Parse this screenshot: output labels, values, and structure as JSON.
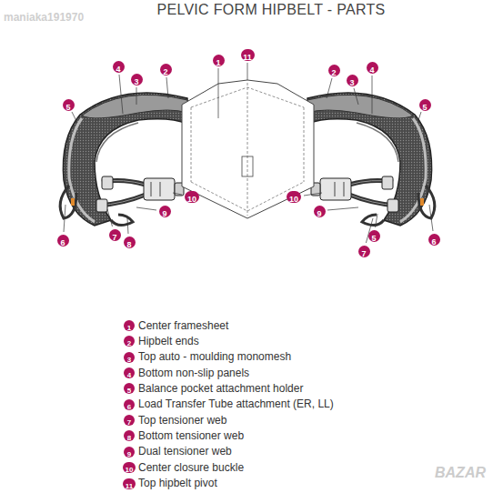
{
  "diagram": {
    "title": "PELVIC FORM HIPBELT - PARTS",
    "nodes": [
      {
        "text": [
          "11"
        ]
      },
      {
        "text": [
          "1"
        ]
      },
      {
        "text": [
          "4"
        ]
      },
      {
        "text": [
          "2"
        ]
      },
      {
        "text": [
          "3"
        ]
      },
      {
        "text": [
          "5"
        ]
      },
      {
        "text": [
          "2"
        ]
      },
      {
        "text": [
          "3"
        ]
      },
      {
        "text": [
          "4"
        ]
      },
      {
        "text": [
          "5"
        ]
      },
      {
        "text": [
          "10"
        ]
      },
      {
        "text": [
          "9"
        ]
      },
      {
        "text": [
          "10"
        ]
      },
      {
        "text": [
          "9"
        ]
      },
      {
        "text": [
          "6"
        ]
      },
      {
        "text": [
          "7"
        ]
      },
      {
        "text": [
          "8"
        ]
      },
      {
        "text": [
          "5"
        ]
      },
      {
        "text": [
          "7"
        ]
      },
      {
        "text": [
          "6"
        ]
      },
      {
        "text": [
          "1"
        ]
      },
      {
        "text": [
          "2"
        ]
      },
      {
        "text": [
          "3"
        ]
      },
      {
        "text": [
          "4"
        ]
      },
      {
        "text": [
          "5"
        ]
      },
      {
        "text": [
          "6"
        ]
      },
      {
        "text": [
          "7"
        ]
      },
      {
        "text": [
          "8"
        ]
      },
      {
        "text": [
          "9"
        ]
      },
      {
        "text": [
          "10"
        ]
      },
      {
        "text": [
          "11"
        ]
      }
    ],
    "labels": [
      "maniaka191970",
      "Center framesheet",
      "Hipbelt ends",
      "Top auto - moulding monomesh",
      "Bottom non-slip panels",
      "Balance pocket attachment holder",
      "Load Transfer Tube attachment (ER, LL)",
      "Top tensioner web",
      "Bottom tensioner web",
      "Dual tensioner web",
      "Center closure buckle",
      "Top hipbelt pivot",
      "BAZAR"
    ]
  }
}
